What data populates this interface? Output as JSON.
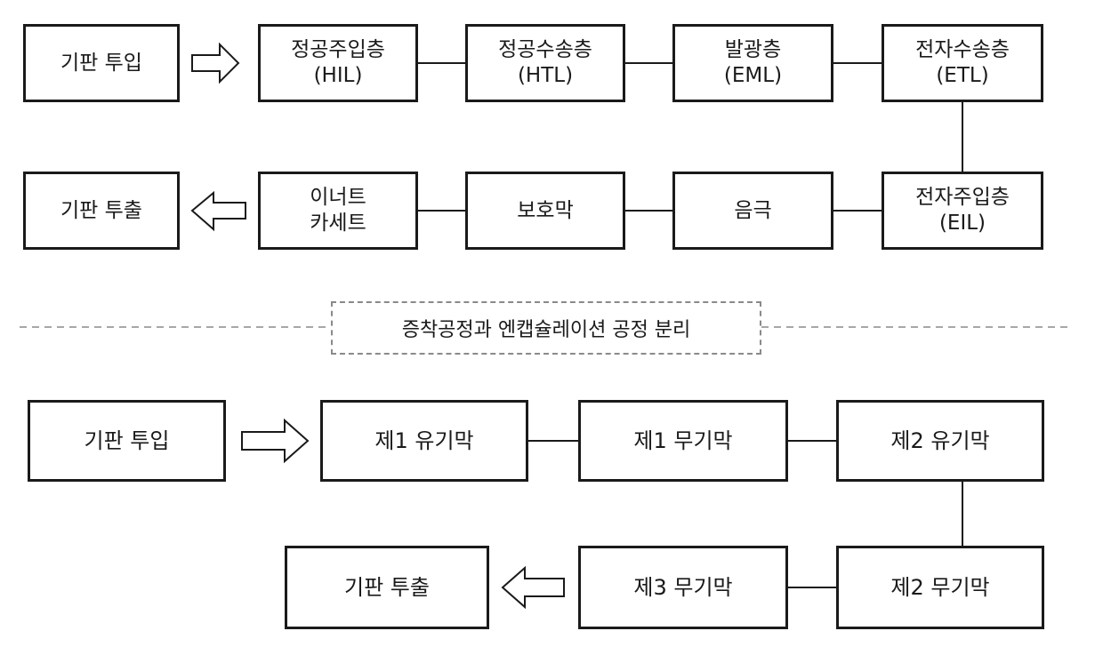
{
  "top_flow": {
    "substrate_in": "기판 투입",
    "hil": {
      "name": "정공주입층",
      "abbr": "(HIL)"
    },
    "htl": {
      "name": "정공수송층",
      "abbr": "(HTL)"
    },
    "eml": {
      "name": "발광층",
      "abbr": "(EML)"
    },
    "etl": {
      "name": "전자수송층",
      "abbr": "(ETL)"
    },
    "eil": {
      "name": "전자주입층",
      "abbr": "(EIL)"
    },
    "cathode": "음극",
    "protective_film": "보호막",
    "inert_cassette": {
      "line1": "이너트",
      "line2": "카세트"
    },
    "substrate_out": "기판 투출"
  },
  "divider": {
    "label": "증착공정과 엔캡슐레이션 공정 분리"
  },
  "bottom_flow": {
    "substrate_in": "기판 투입",
    "organic_1": "제1 유기막",
    "inorganic_1": "제1 무기막",
    "organic_2": "제2 유기막",
    "inorganic_2": "제2 무기막",
    "inorganic_3": "제3 무기막",
    "substrate_out": "기판 투출"
  },
  "colors": {
    "stroke": "#1a1a1a",
    "dashed": "#8a8a8a",
    "background": "#ffffff"
  }
}
